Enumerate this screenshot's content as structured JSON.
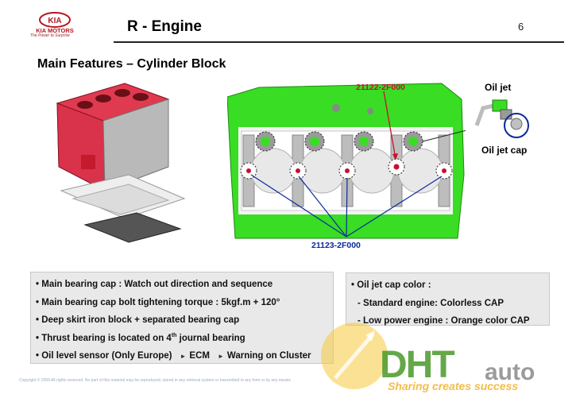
{
  "header": {
    "logo_text": "KIA",
    "brand_text": "KIA MOTORS",
    "tagline": "The Power to Surprise",
    "title": "R - Engine",
    "page_number": "6"
  },
  "subtitle": "Main Features – Cylinder Block",
  "diagram": {
    "part_red": "21122-2F000",
    "part_blue": "21123-2F000",
    "oil_jet_label": "Oil jet",
    "oil_jet_cap_label": "Oil jet cap"
  },
  "features": {
    "items": [
      "Main bearing cap : Watch out direction and sequence",
      "Main bearing cap bolt tightening torque : 5kgf.m + 120°",
      "Deep skirt iron block + separated bearing cap"
    ],
    "thrust_prefix": "Thrust bearing is located on 4",
    "thrust_sup": "th",
    "thrust_suffix": " journal bearing",
    "oil_sensor": "Oil level sensor (Only Europe)",
    "ecm": "ECM",
    "warning": "Warning on Cluster"
  },
  "oil_cap": {
    "heading": "Oil jet cap color :",
    "standard": "- Standard engine: Colorless CAP",
    "low_power": "- Low power engine : Orange color CAP"
  },
  "copyright": "Copyright © 2009 All rights reserved. No part of this material may be reproduced, stored in any retrieval system or transmitted in any form or by any means",
  "watermark": {
    "brand_left": "DHT",
    "brand_right": "auto",
    "slogan": "Sharing creates success"
  },
  "colors": {
    "kia_red": "#b5161f",
    "block_green": "#33dd22",
    "callout_red": "#c8102e",
    "callout_blue": "#0b2a9a",
    "panel_gray": "#e9e9e9"
  }
}
